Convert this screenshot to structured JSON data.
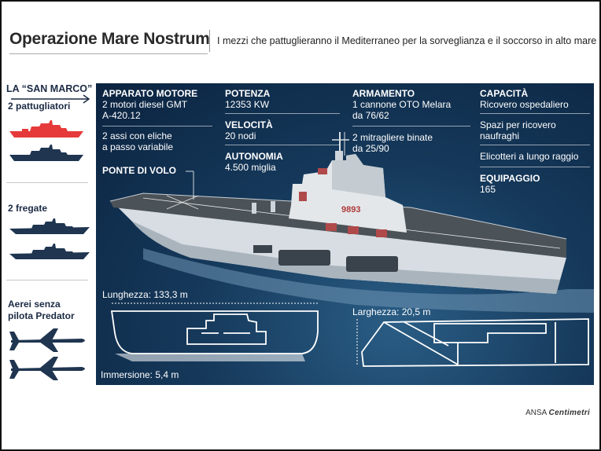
{
  "header": {
    "title": "Operazione Mare Nostrum",
    "subtitle": "I mezzi che pattuglieranno il Mediterraneo per la sorveglianza e il soccorso in alto mare"
  },
  "sidebar": {
    "ship_name": "LA “SAN MARCO”",
    "patrol_label": "2 pattugliatori",
    "frigate_label": "2 fregate",
    "drone_label_1": "Aerei senza",
    "drone_label_2": "pilota Predator"
  },
  "specs": {
    "engine": {
      "heading": "APPARATO MOTORE",
      "line1": "2 motori diesel GMT",
      "line2": "A-420.12",
      "line3": "2 assi con eliche",
      "line4": "a passo variabile"
    },
    "deck": {
      "heading": "PONTE DI VOLO"
    },
    "power": {
      "heading": "POTENZA",
      "value": "12353 KW"
    },
    "speed": {
      "heading": "VELOCITÀ",
      "value": "20 nodi"
    },
    "range": {
      "heading": "AUTONOMIA",
      "value": "4.500 miglia"
    },
    "armament": {
      "heading": "ARMAMENTO",
      "line1": "1 cannone OTO Melara",
      "line2": "da 76/62",
      "line3": "2  mitragliere binate",
      "line4": "da 25/90"
    },
    "capacity": {
      "heading": "CAPACITÀ",
      "line1": "Ricovero ospedaliero",
      "line2": "Spazi per ricovero",
      "line3": "naufraghi",
      "line4": "Elicotteri a lungo raggio"
    },
    "crew": {
      "heading": "EQUIPAGGIO",
      "value": "165"
    }
  },
  "ship": {
    "hull_number": "9893"
  },
  "dimensions": {
    "length": "Lunghezza: 133,3 m",
    "draft": "Immersione: 5,4 m",
    "width": "Larghezza: 20,5 m"
  },
  "credit": {
    "prefix": "ANSA",
    "brand": "Centimetri"
  },
  "colors": {
    "panel_dark": "#0b2340",
    "panel_mid": "#163a5c",
    "highlight_red": "#e63a3a",
    "silhouette_navy": "#1f3550",
    "text_white": "#ffffff"
  }
}
